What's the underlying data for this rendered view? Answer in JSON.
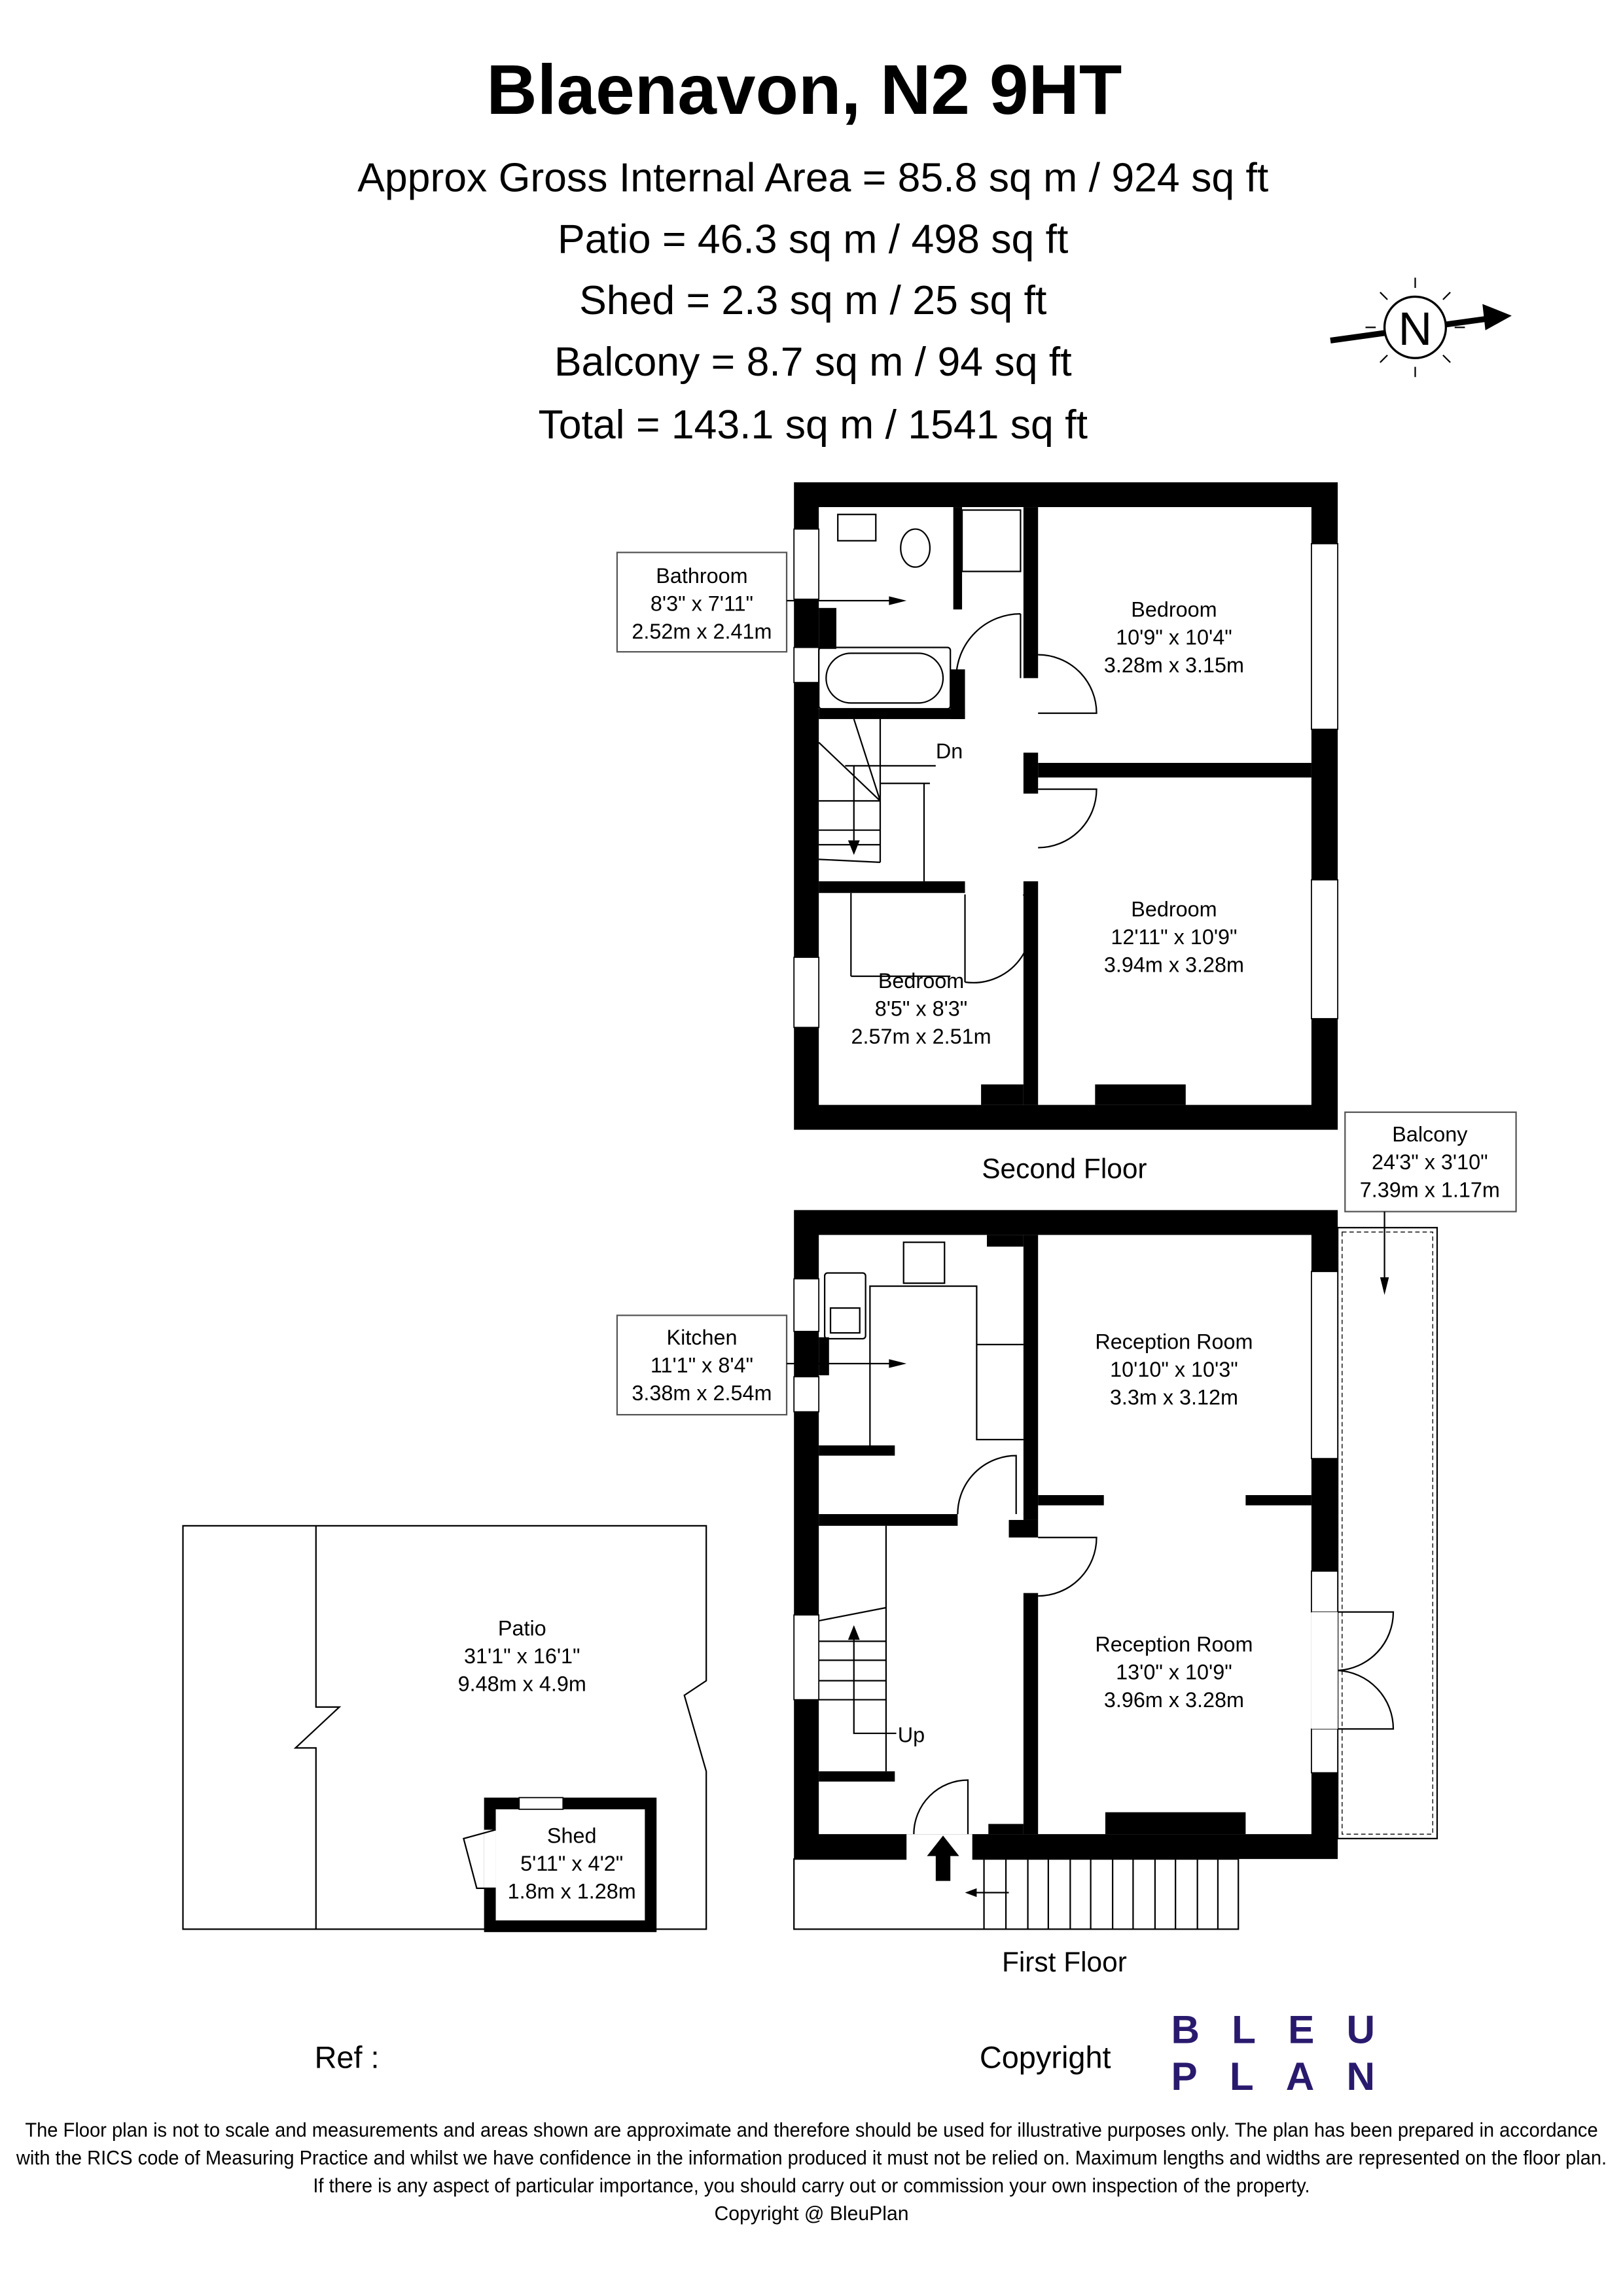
{
  "header": {
    "title": "Blaenavon, N2 9HT",
    "areas": [
      "Approx Gross Internal Area = 85.8 sq m / 924 sq ft",
      "Patio = 46.3 sq m / 498 sq ft",
      "Shed = 2.3 sq m / 25 sq ft",
      "Balcony = 8.7 sq m / 94 sq ft",
      "Total = 143.1 sq m / 1541 sq ft"
    ],
    "compass_label": "N"
  },
  "second_floor": {
    "label": "Second Floor",
    "stairs_label": "Dn",
    "rooms": [
      {
        "name": "Bathroom",
        "imperial": "8'3\" x 7'11\"",
        "metric": "2.52m x 2.41m"
      },
      {
        "name": "Bedroom",
        "imperial": "10'9\" x 10'4\"",
        "metric": "3.28m x 3.15m"
      },
      {
        "name": "Bedroom",
        "imperial": "12'11\" x 10'9\"",
        "metric": "3.94m x 3.28m"
      },
      {
        "name": "Bedroom",
        "imperial": "8'5\" x 8'3\"",
        "metric": "2.57m x 2.51m"
      }
    ]
  },
  "first_floor": {
    "label": "First Floor",
    "stairs_label": "Up",
    "rooms": [
      {
        "name": "Kitchen",
        "imperial": "11'1\" x 8'4\"",
        "metric": "3.38m x 2.54m"
      },
      {
        "name": "Reception Room",
        "imperial": "10'10\" x 10'3\"",
        "metric": "3.3m x 3.12m"
      },
      {
        "name": "Reception Room",
        "imperial": "13'0\" x 10'9\"",
        "metric": "3.96m x 3.28m"
      },
      {
        "name": "Balcony",
        "imperial": "24'3\" x 3'10\"",
        "metric": "7.39m x 1.17m"
      }
    ]
  },
  "outside": {
    "patio": {
      "name": "Patio",
      "imperial": "31'1\" x 16'1\"",
      "metric": "9.48m x 4.9m"
    },
    "shed": {
      "name": "Shed",
      "imperial": "5'11\" x 4'2\"",
      "metric": "1.8m x 1.28m"
    }
  },
  "footer": {
    "ref_label": "Ref  :",
    "copyright_label": "Copyright",
    "logo_line1": "BLEU",
    "logo_line2": "PLAN",
    "logo_color": "#2a1a6e",
    "disclaimer": [
      "The Floor plan is not to scale and measurements and areas shown are approximate and therefore should be used for illustrative purposes only. The plan has been prepared in accordance",
      "with the RICS code of Measuring Practice and whilst we have confidence in the information produced it must not be relied on. Maximum lengths and widths are represented on the floor plan.",
      "If there is any aspect of particular importance, you should carry out or commission your own inspection of the property.",
      "Copyright @ BleuPlan"
    ]
  }
}
